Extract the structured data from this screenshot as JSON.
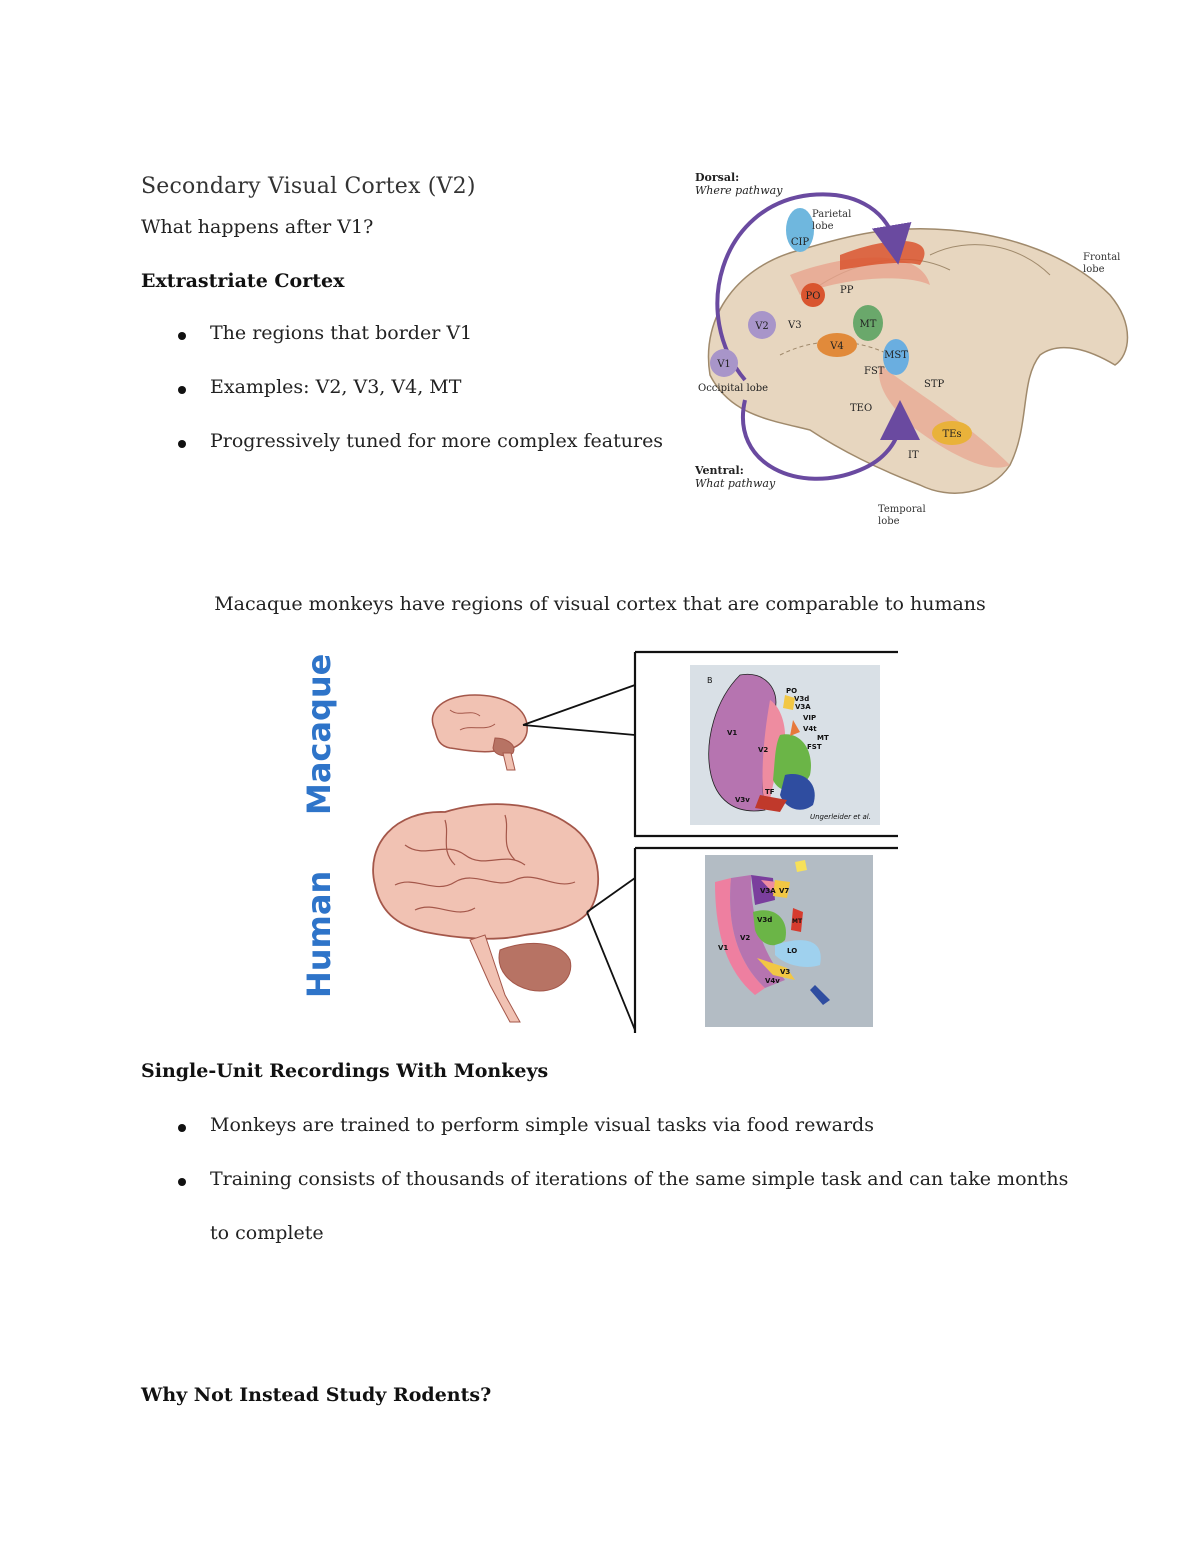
{
  "title": "Secondary Visual Cortex (V2)",
  "subtitle": "What happens after V1?",
  "section1": {
    "heading": "Extrastriate Cortex",
    "bullets": [
      "The regions that border V1",
      "Examples: V2, V3, V4, MT",
      "Progressively tuned for more complex features"
    ]
  },
  "figure1": {
    "dorsal_label": "Dorsal:",
    "dorsal_pathway": "Where pathway",
    "ventral_label": "Ventral:",
    "ventral_pathway": "What pathway",
    "parietal": "Parietal",
    "parietal2": "lobe",
    "frontal": "Frontal",
    "frontal2": "lobe",
    "occipital": "Occipital lobe",
    "temporal": "Temporal",
    "temporal2": "lobe",
    "areas": {
      "cip": "CIP",
      "po": "PO",
      "pp": "PP",
      "v1": "V1",
      "v2": "V2",
      "v3": "V3",
      "v4": "V4",
      "mt": "MT",
      "mst": "MST",
      "fst": "FST",
      "stp": "STP",
      "teo": "TEO",
      "tes": "TEs",
      "it": "IT"
    },
    "colors": {
      "brain": "#e7d6bf",
      "stripe": "#e8a48f",
      "arrow": "#6a4aa0",
      "v1": "#a895c9",
      "cip": "#6fb7de",
      "po": "#d9552f",
      "mt": "#6aa86b",
      "v4": "#e18a3a",
      "mst": "#6aaee0",
      "tes": "#e9b23a"
    }
  },
  "caption": "Macaque monkeys have regions of visual cortex that are comparable to humans",
  "figure2": {
    "macaque_label": "Macaque",
    "human_label": "Human",
    "panel_letter": "B",
    "credit": "Ungerleider et al.",
    "macaque_areas": {
      "po": "PO",
      "v3d": "V3d",
      "v3a": "V3A",
      "vip": "VIP",
      "v4t": "V4t",
      "mt": "MT",
      "fst": "FST",
      "v1": "V1",
      "v2": "V2",
      "v3v": "V3v",
      "tf": "TF"
    },
    "human_areas": {
      "v3a": "V3A",
      "v7": "V7",
      "v1": "V1",
      "v2": "V2",
      "v3d": "V3d",
      "mt": "MT",
      "lo": "LO",
      "v3": "V3",
      "v4v": "V4v"
    },
    "colors": {
      "label_blue": "#2e74c9",
      "brain": "#f1c2b3",
      "brain_line": "#a4574a"
    }
  },
  "section2": {
    "heading": "Single-Unit Recordings With Monkeys",
    "bullets": [
      "Monkeys are trained to perform simple visual tasks via food rewards",
      "Training consists of thousands of iterations of the same simple task and can take months"
    ],
    "bullet2_continued": "to complete"
  },
  "section3": {
    "heading": "Why Not Instead Study Rodents?"
  }
}
